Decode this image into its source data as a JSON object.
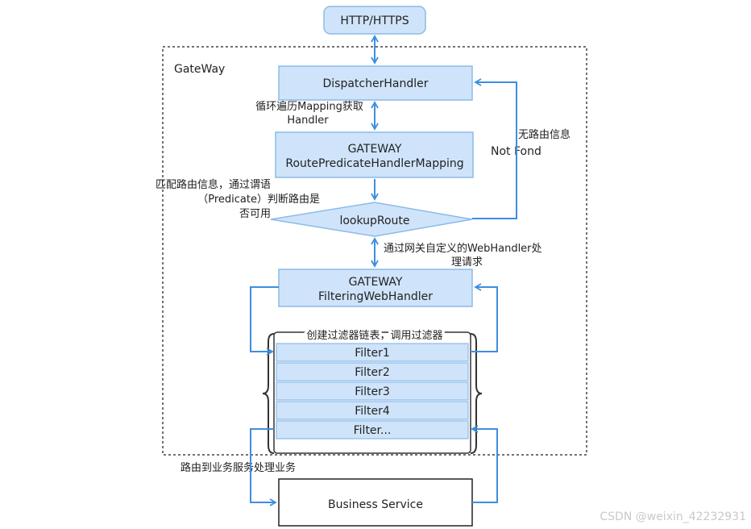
{
  "top_box": "HTTP/HTTPS",
  "gateway_label": "GateWay",
  "dispatcher": "DispatcherHandler",
  "note_loop": [
    "循环遍历Mapping获取",
    "Handler"
  ],
  "mapping": [
    "GATEWAY",
    "RoutePredicateHandlerMapping"
  ],
  "note_no_route": "无路由信息",
  "note_not_found": "Not Fond",
  "note_match": [
    "匹配路由信息，通过谓语",
    "（Predicate）判断路由是",
    "否可用"
  ],
  "lookup": "lookupRoute",
  "note_webhandler": [
    "通过网关自定义的WebHandler处",
    "理请求"
  ],
  "filtering": [
    "GATEWAY",
    "FilteringWebHandler"
  ],
  "note_chain": "创建过滤器链表，调用过滤器",
  "filters": [
    "Filter1",
    "Filter2",
    "Filter3",
    "Filter4",
    "Filter..."
  ],
  "note_route_business": "路由到业务服务处理业务",
  "business": "Business Service",
  "watermark": "CSDN @weixin_42232931",
  "colors": {
    "box_fill": "#cfe4fa",
    "box_stroke": "#8cbbe8",
    "arrow": "#3d8ee0",
    "dashed": "#444444",
    "brace": "#333333"
  }
}
